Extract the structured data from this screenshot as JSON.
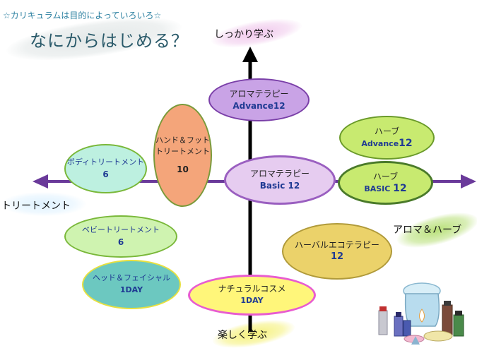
{
  "header": {
    "subtitle": "☆カリキュラムは目的によっていろいろ☆",
    "title": "なにからはじめる？"
  },
  "axes": {
    "top": "しっかり学ぶ",
    "bottom": "楽しく学ぶ",
    "left": "トリートメント",
    "right": "アロマ＆ハーブ"
  },
  "courses": {
    "aroma_advance": {
      "name": "アロマテラピー",
      "level": "Advance12"
    },
    "aroma_basic": {
      "name": "アロマテラピー",
      "level": "Basic 12"
    },
    "herb_advance": {
      "name": "ハーブ",
      "level_text": "Advance",
      "level_num": "12"
    },
    "herb_basic": {
      "name": "ハーブ",
      "level_text": "BASIC ",
      "level_num": "12"
    },
    "hand_foot": {
      "name_line1": "ハンド＆フット",
      "name_line2": "トリートメント",
      "level": "10"
    },
    "body": {
      "name": "ボディトリートメント",
      "level": "6"
    },
    "baby": {
      "name": "ベビートリートメント",
      "level": "6"
    },
    "head_facial": {
      "name": "ヘッド＆フェイシャル",
      "level": "1DAY"
    },
    "herbal_eco": {
      "name": "ハーバルエコテラピー",
      "level": "12"
    },
    "natural_cosme": {
      "name": "ナチュラルコスメ",
      "level": "1DAY"
    }
  },
  "colors": {
    "axis": "#6a3a9a",
    "aroma_advance": "#c9a3e6",
    "aroma_basic": "#e6ccf0",
    "herb": "#c8ea70",
    "hand_foot": "#f4a57a",
    "body": "#bdf0e0",
    "baby": "#cff3b0",
    "head_facial": "#6cc8c0",
    "herbal_eco": "#ebd26a",
    "natural_cosme": "#fff67a"
  }
}
